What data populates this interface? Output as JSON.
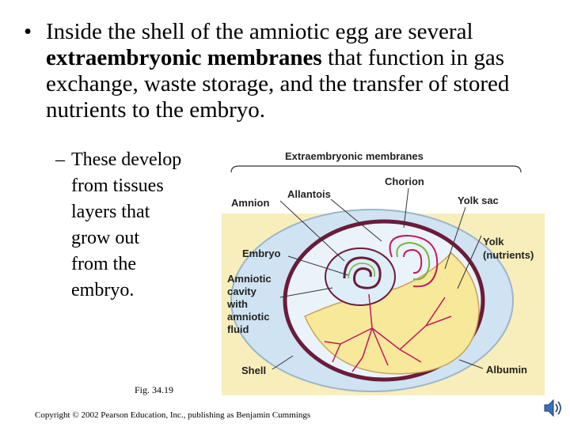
{
  "bullet": {
    "marker": "•",
    "part1": "Inside the shell of the amniotic egg are several ",
    "bold": "extraembryonic membranes",
    "part2": " that function in gas exchange, waste storage, and the transfer of stored nutrients to the embryo."
  },
  "sub_bullet": {
    "marker": "–",
    "lines": [
      "These develop",
      "from tissues",
      "layers that",
      "grow out",
      "from the",
      "embryo."
    ]
  },
  "diagram": {
    "title": "Extraembryonic membranes",
    "labels": {
      "chorion": "Chorion",
      "allantois": "Allantois",
      "amnion": "Amnion",
      "yolk_sac": "Yolk sac",
      "yolk_1": "Yolk",
      "yolk_2": "(nutrients)",
      "embryo": "Embryo",
      "amniotic_1": "Amniotic",
      "amniotic_2": "cavity",
      "amniotic_3": "with",
      "amniotic_4": "amniotic",
      "amniotic_5": "fluid",
      "shell": "Shell",
      "albumin": "Albumin"
    },
    "colors": {
      "background": "#f8eebc",
      "albumin": "#cfe3f2",
      "chorion": "#6b1b3a",
      "yolk": "#f7e89a",
      "amniotic": "#ddeef8",
      "vessels": "#c2185b"
    }
  },
  "figure_label": "Fig. 34.19",
  "copyright": "Copyright © 2002 Pearson Education, Inc., publishing as Benjamin Cummings",
  "icons": {
    "speaker": "speaker-icon"
  }
}
